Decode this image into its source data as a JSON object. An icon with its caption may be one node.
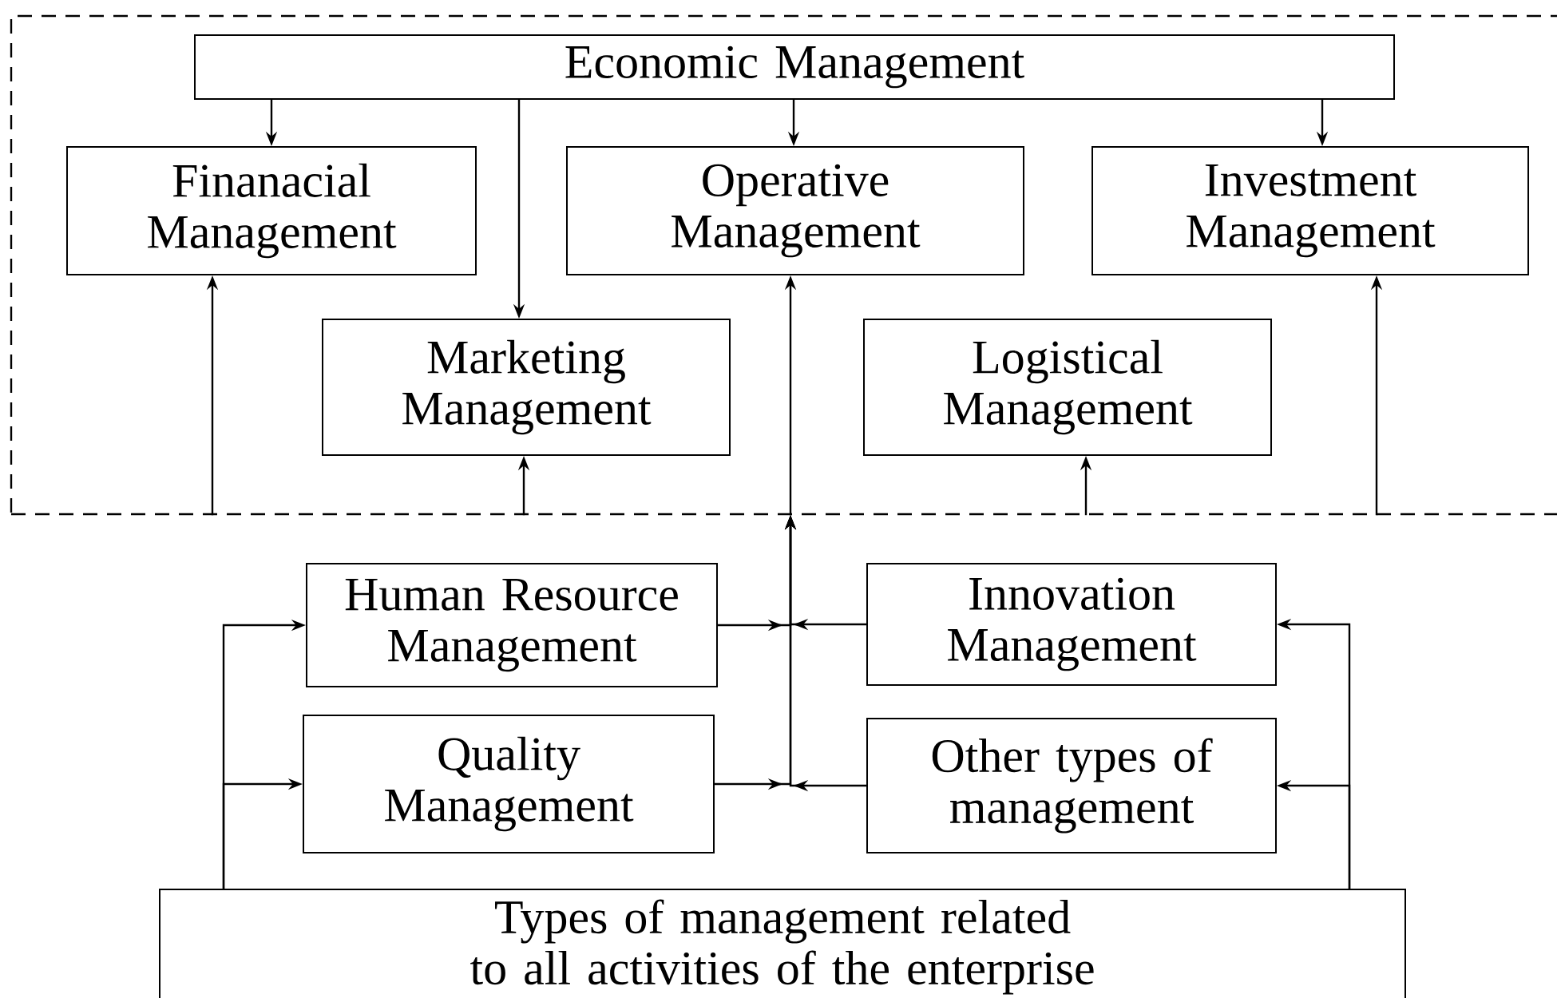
{
  "diagram": {
    "nodes": [
      {
        "text": [],
        "shape": "box"
      },
      {
        "text": [
          "Economic Management"
        ],
        "in": 0
      },
      {
        "text": [
          "Finanacial Management"
        ],
        "in": 0
      },
      {
        "text": [
          "Operative Management"
        ],
        "in": 0
      },
      {
        "text": [
          "Investment Management"
        ],
        "in": 0
      },
      {
        "text": [
          "Marketing Management"
        ],
        "in": 0
      },
      {
        "text": [
          "Logistical Management"
        ],
        "in": 0
      },
      {
        "text": [
          "Human Resource Management"
        ]
      },
      {
        "text": [
          "Innovation Management"
        ]
      },
      {
        "text": [
          "Quality Management"
        ]
      },
      {
        "text": [
          "Other types of management"
        ]
      },
      {
        "text": [
          "Types of management related to all activities of the enterprise"
        ]
      }
    ],
    "edges": [
      {
        "from": 1,
        "to": 2,
        "arrow": "to"
      },
      {
        "from": 1,
        "to": 5,
        "arrow": "to"
      },
      {
        "from": 1,
        "to": 3,
        "arrow": "to"
      },
      {
        "from": 1,
        "to": 4,
        "arrow": "to"
      },
      {
        "from": 0,
        "to": 2,
        "arrow": "to"
      },
      {
        "from": 0,
        "to": 5,
        "arrow": "to"
      },
      {
        "from": 0,
        "to": 3,
        "arrow": "to"
      },
      {
        "from": 0,
        "to": 6,
        "arrow": "to"
      },
      {
        "from": 0,
        "to": 4,
        "arrow": "to"
      },
      {
        "from": 7,
        "to": 0,
        "arrow": "to"
      },
      {
        "from": 9,
        "to": 0,
        "arrow": "to"
      },
      {
        "from": 8,
        "to": 0,
        "arrow": "to"
      },
      {
        "from": 10,
        "to": 0,
        "arrow": "to"
      },
      {
        "from": 11,
        "to": 7,
        "arrow": "to"
      },
      {
        "from": 11,
        "to": 9,
        "arrow": "to"
      },
      {
        "from": 11,
        "to": 8,
        "arrow": "to"
      },
      {
        "from": 11,
        "to": 10,
        "arrow": "to"
      }
    ]
  }
}
